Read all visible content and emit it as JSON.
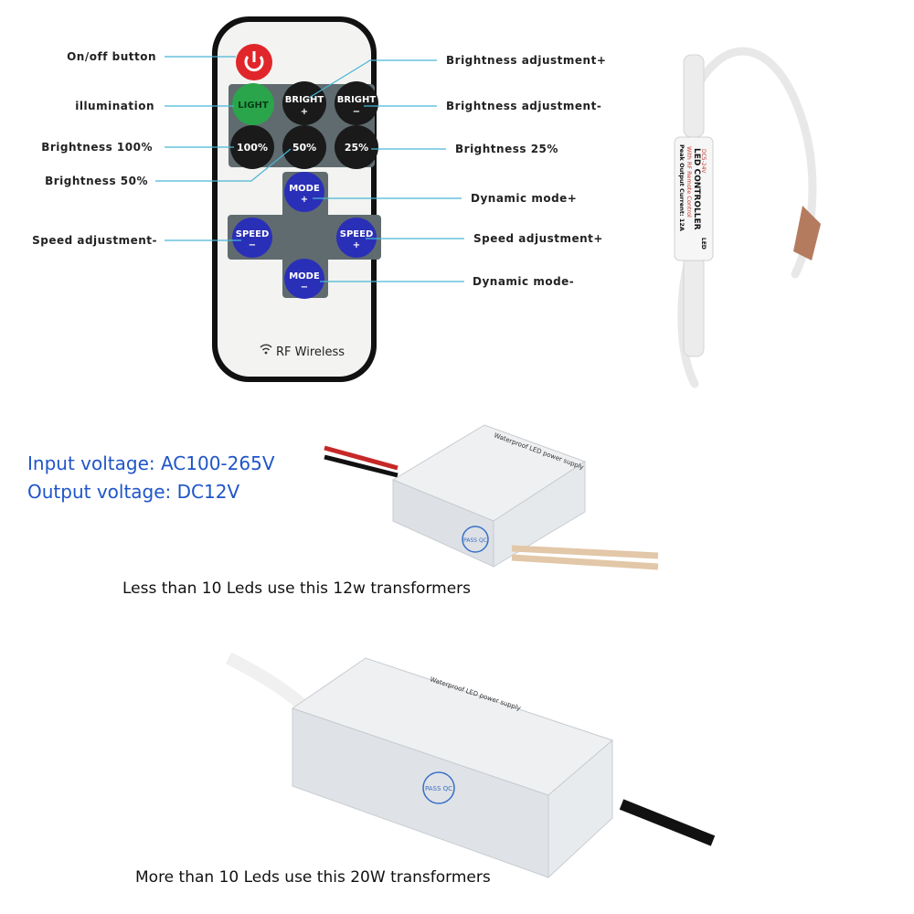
{
  "remote": {
    "buttons": {
      "power": "",
      "light": "LIGHT",
      "bright_plus": [
        "BRIGHT",
        "+"
      ],
      "bright_minus": [
        "BRIGHT",
        "−"
      ],
      "b100": "100%",
      "b50": "50%",
      "b25": "25%",
      "mode_plus": [
        "MODE",
        "+"
      ],
      "mode_minus": [
        "MODE",
        "−"
      ],
      "speed_minus": [
        "SPEED",
        "−"
      ],
      "speed_plus": [
        "SPEED",
        "+"
      ]
    },
    "footer": "RF Wireless",
    "footer_icon": "wifi-icon",
    "colors": {
      "power": "#e0262b",
      "light": "#2aa54b",
      "black": "#1a1a1a",
      "blue": "#2a2fb8",
      "panel": "#5f6b6f"
    }
  },
  "labels": {
    "left": [
      "On/off button",
      "illumination",
      "Brightness 100%",
      "Brightness 50%",
      "Speed adjustment-"
    ],
    "right": [
      "Brightness adjustment+",
      "Brightness adjustment-",
      "Brightness 25%",
      "Dynamic mode+",
      "Speed adjustment+",
      "Dynamic mode-"
    ]
  },
  "controller": {
    "title": "LED CONTROLLER",
    "subtitle": "With RF Remote Control",
    "current": "Peak Output Current: 12A",
    "port_in": "DC5-24V",
    "port_out": "LED"
  },
  "specs": {
    "input": "Input voltage: AC100-265V",
    "output": "Output voltage: DC12V"
  },
  "transformer_small": {
    "label": "Waterproof LED power supply",
    "seal": "PASS QC",
    "caption": "Less than 10 Leds use this 12w transformers"
  },
  "transformer_large": {
    "label": "Waterproof LED power supply",
    "seal": "PASS QC",
    "caption": "More than 10 Leds use this 20W transformers"
  }
}
